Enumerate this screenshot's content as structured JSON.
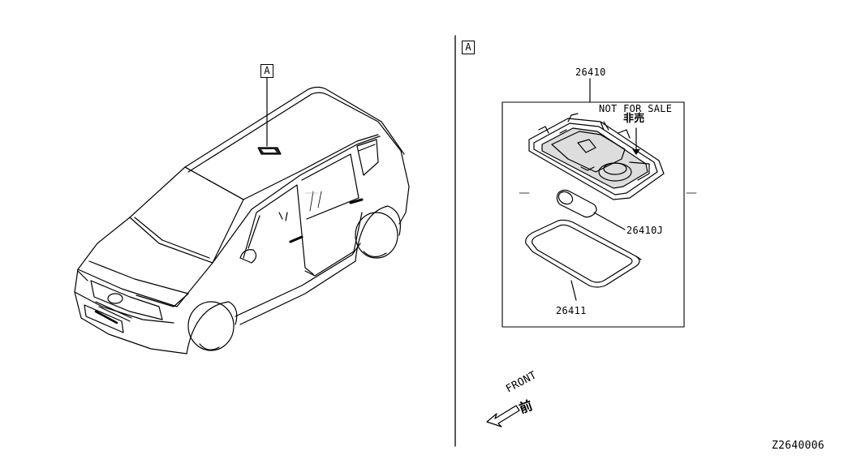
{
  "callout_left": "A",
  "callout_right": "A",
  "parts": {
    "lamp_assembly": "26410",
    "bulb": "26410J",
    "lens": "26411"
  },
  "note_en": "NOT FOR SALE",
  "note_jp": "非売",
  "front_en": "FRONT",
  "front_jp": "前",
  "diagram_id": "Z2640006"
}
